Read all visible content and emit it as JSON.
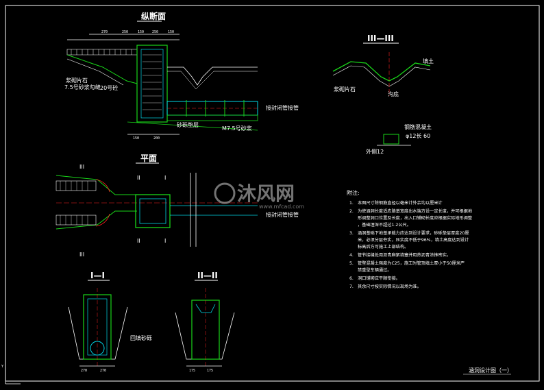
{
  "drawing": {
    "sheet_title": "涵洞设计图（一）",
    "views": {
      "longitudinal": "纵断面",
      "plan": "平面",
      "section_1": "I—I",
      "section_2": "II—II",
      "section_3": "III—III"
    },
    "section_marks": {
      "one": "I",
      "two": "II",
      "three": "III"
    },
    "labels": {
      "pipe_left": "浆砌片石",
      "slope": "7.5号砂浆勾缝",
      "bed": "20号砼",
      "gravel": "砂砾垫层",
      "mortar": "M7.5号砂浆",
      "connect_1": "接封闭管接管",
      "connect_2": "接封闭管接管",
      "section3_left": "浆砌片石",
      "section3_right": "填土",
      "section3_bottom": "沟底",
      "rebar_1": "钢筋混凝土",
      "rebar_2": "φ12长 60",
      "rebar_3": "外侧12",
      "backfill": "回填砂砾"
    },
    "dimensions": [
      "270",
      "250",
      "150",
      "250",
      "150",
      "150",
      "200",
      "270",
      "175"
    ],
    "notes_title": "附注:",
    "notes": [
      {
        "num": "1.",
        "text": "本图尺寸除钢筋直径以毫米计外余均以厘米计"
      },
      {
        "num": "2.",
        "text": "为使涵洞长度适应路基宽度出水端方设一定长度，并可根据地形调整洞口位置及长度，出入口铺砌长度应根据实际地形调整，基础埋深不超过1.2公尺。"
      },
      {
        "num": "3.",
        "text": "涵洞基础下地基承载力应达到设计要求，砂砾垫层厚度20厘米，必须分层夯实，压实度不低于96%，填土高度达到设计标高后方可施工上部结构。"
      },
      {
        "num": "4.",
        "text": "管节接缝处用沥青麻絮填塞并用热沥青涂抹密实。"
      },
      {
        "num": "5.",
        "text": "管壁混凝土强度为C25，施工时管顶填土厚小于50厘米严禁重型车辆通过。"
      },
      {
        "num": "6.",
        "text": "洞口铺砌应平顺衔接。"
      },
      {
        "num": "7.",
        "text": "其余尺寸按实际情况以现场为准。"
      }
    ],
    "watermark": {
      "brand": "沐风网",
      "url": "www.mfcad.com"
    },
    "colors": {
      "background": "#000000",
      "line_white": "#ffffff",
      "line_green": "#19d619",
      "line_cyan": "#00d8e8",
      "line_red": "#ff2020",
      "line_yellow": "#e6e600"
    }
  }
}
